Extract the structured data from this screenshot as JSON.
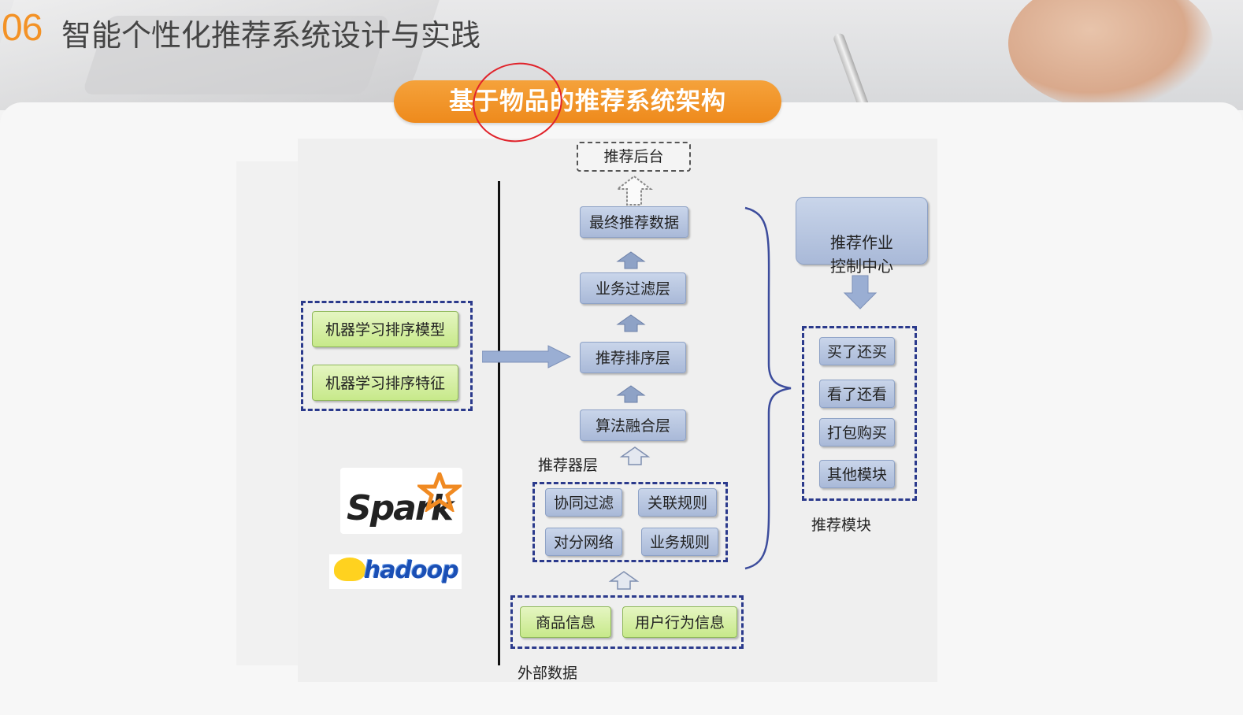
{
  "header": {
    "slide_number": "06",
    "slide_title": "智能个性化推荐系统设计与实践"
  },
  "banner": {
    "title": "基于物品的推荐系统架构"
  },
  "diagram": {
    "top_box": "推荐后台",
    "pipeline": [
      "最终推荐数据",
      "业务过滤层",
      "推荐排序层",
      "算法融合层"
    ],
    "recommender_layer": {
      "label": "推荐器层",
      "items": [
        "协同过滤",
        "关联规则",
        "对分网络",
        "业务规则"
      ]
    },
    "external_data": {
      "label": "外部数据",
      "items": [
        "商品信息",
        "用户行为信息"
      ]
    },
    "ml_group": [
      "机器学习排序模型",
      "机器学习排序特征"
    ],
    "control_center": "推荐作业\n控制中心",
    "modules": {
      "label": "推荐模块",
      "items": [
        "买了还买",
        "看了还看",
        "打包购买",
        "其他模块"
      ]
    },
    "logos": {
      "spark": "Spark",
      "hadoop": "hadoop"
    },
    "colors": {
      "accent": "#f39226",
      "box_blue": "#a9b9d8",
      "box_green": "#c7e98a",
      "frame": "#2b3a8c"
    }
  }
}
